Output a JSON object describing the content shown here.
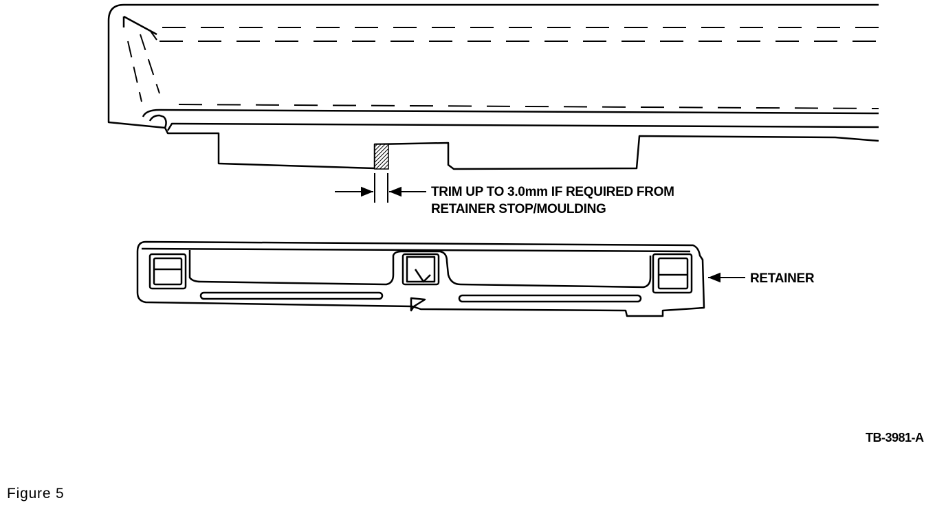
{
  "annotations": {
    "trim_note_line1": "TRIM UP TO 3.0mm IF REQUIRED FROM",
    "trim_note_line2": "RETAINER STOP/MOULDING",
    "retainer_label": "RETAINER",
    "drawing_number": "TB-3981-A"
  },
  "caption": "Figure 5",
  "colors": {
    "line": "#000000",
    "background": "#ffffff"
  }
}
